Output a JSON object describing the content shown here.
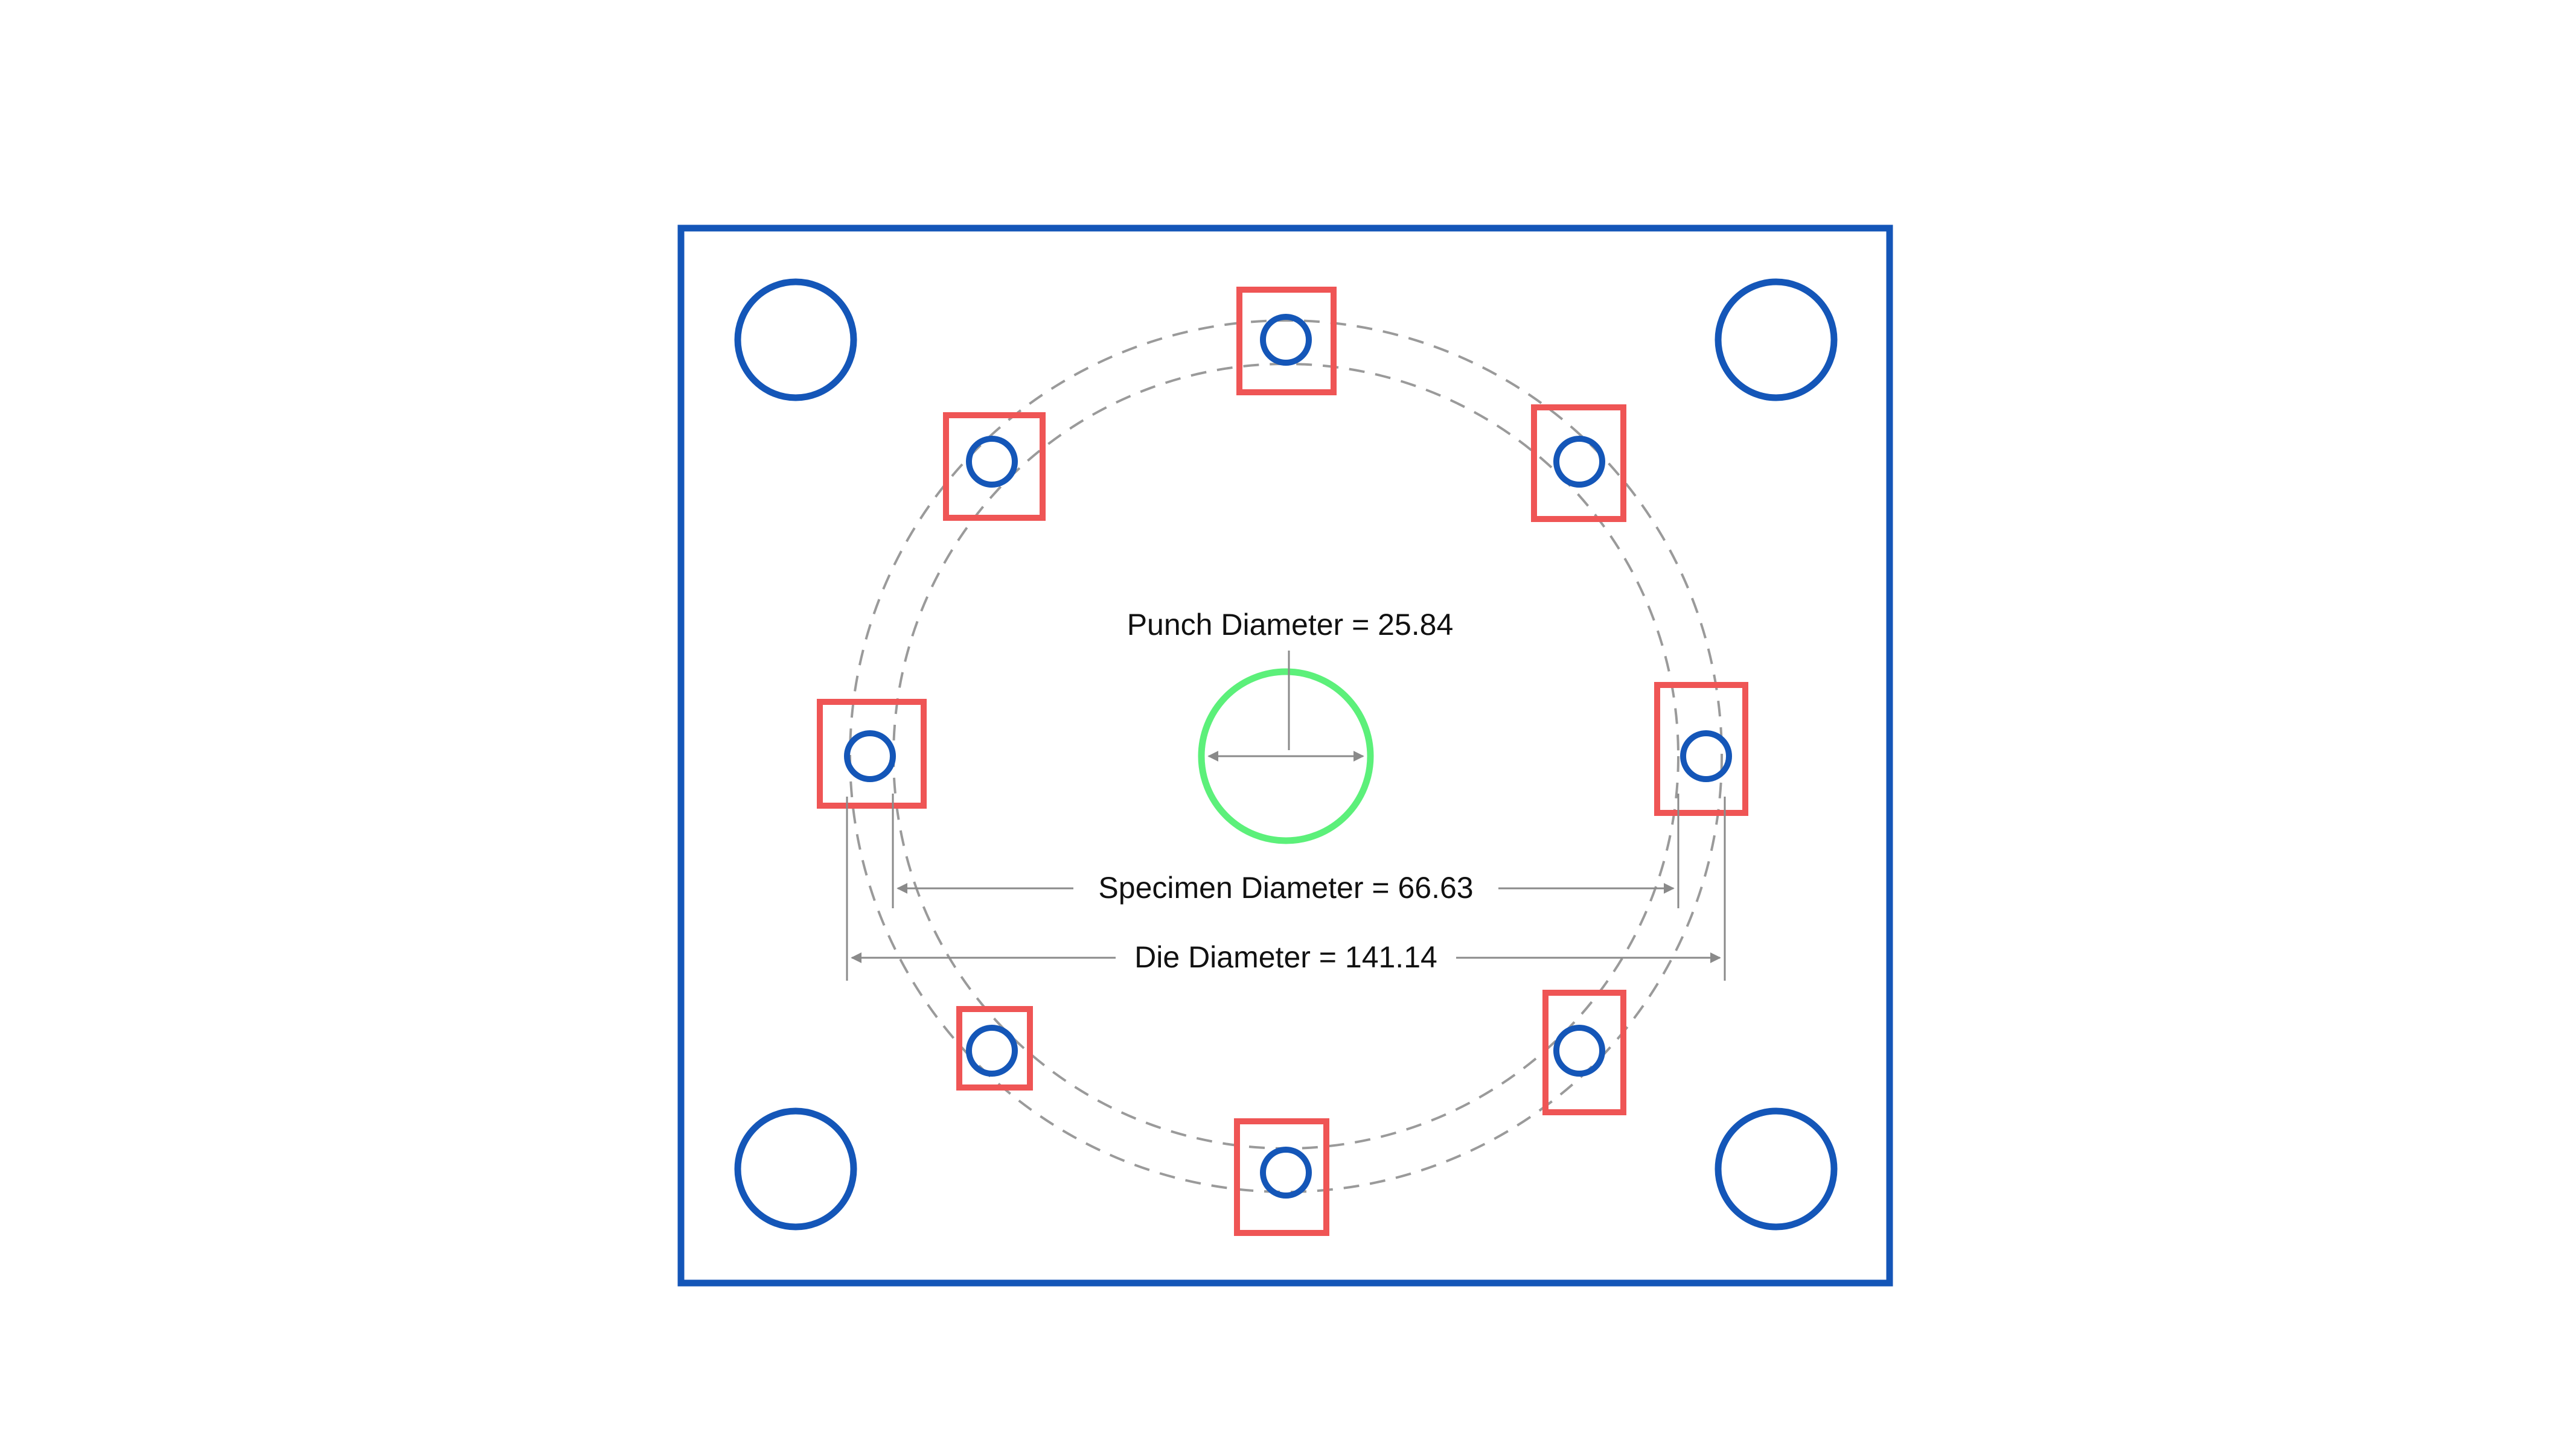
{
  "colors": {
    "plate": "#1456b8",
    "bolt_hole": "#1456b8",
    "clamp": "#ef5555",
    "pin": "#1456b8",
    "punch": "#5cf07a",
    "dim_line": "#8a8a8a",
    "dashed_circle": "#9a9a9a",
    "text": "#111111"
  },
  "labels": {
    "punch": "Punch Diameter = 25.84",
    "specimen": "Specimen Diameter = 66.63",
    "die": "Die Diameter = 141.14"
  },
  "dimensions": {
    "punch_diameter": 25.84,
    "specimen_diameter": 66.63,
    "die_diameter": 141.14
  },
  "components": {
    "corner_bolt_holes": 4,
    "clamp_blocks": 8,
    "pins": 8
  }
}
